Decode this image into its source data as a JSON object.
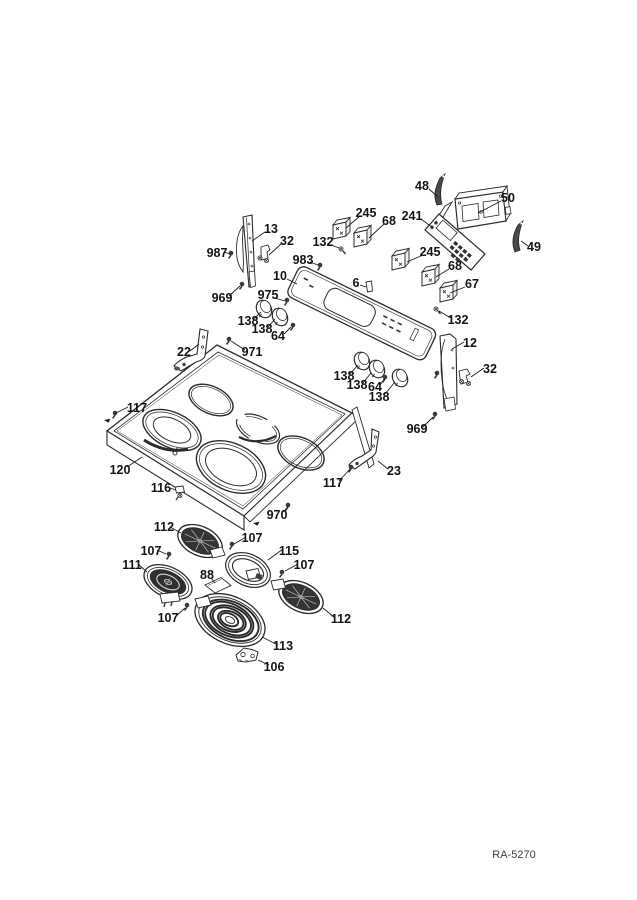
{
  "diagram": {
    "type": "exploded-parts-diagram",
    "subject": "range maintop / cooktop assembly",
    "code": "RA-5270"
  },
  "colors": {
    "background": "#ffffff",
    "line": "#2b2b2b",
    "dark_fill": "#333333"
  },
  "callouts": [
    {
      "part": "48"
    },
    {
      "part": "50"
    },
    {
      "part": "241"
    },
    {
      "part": "49"
    },
    {
      "part": "245"
    },
    {
      "part": "68"
    },
    {
      "part": "132"
    },
    {
      "part": "13"
    },
    {
      "part": "32"
    },
    {
      "part": "987"
    },
    {
      "part": "983"
    },
    {
      "part": "245"
    },
    {
      "part": "68"
    },
    {
      "part": "67"
    },
    {
      "part": "10"
    },
    {
      "part": "969"
    },
    {
      "part": "975"
    },
    {
      "part": "6"
    },
    {
      "part": "132"
    },
    {
      "part": "138"
    },
    {
      "part": "138"
    },
    {
      "part": "64"
    },
    {
      "part": "22"
    },
    {
      "part": "971"
    },
    {
      "part": "12"
    },
    {
      "part": "32"
    },
    {
      "part": "138"
    },
    {
      "part": "138"
    },
    {
      "part": "64"
    },
    {
      "part": "138"
    },
    {
      "part": "117"
    },
    {
      "part": "969"
    },
    {
      "part": "120"
    },
    {
      "part": "23"
    },
    {
      "part": "117"
    },
    {
      "part": "116"
    },
    {
      "part": "970"
    },
    {
      "part": "112"
    },
    {
      "part": "107"
    },
    {
      "part": "107"
    },
    {
      "part": "115"
    },
    {
      "part": "111"
    },
    {
      "part": "107"
    },
    {
      "part": "88"
    },
    {
      "part": "107"
    },
    {
      "part": "112"
    },
    {
      "part": "113"
    },
    {
      "part": "106"
    }
  ]
}
